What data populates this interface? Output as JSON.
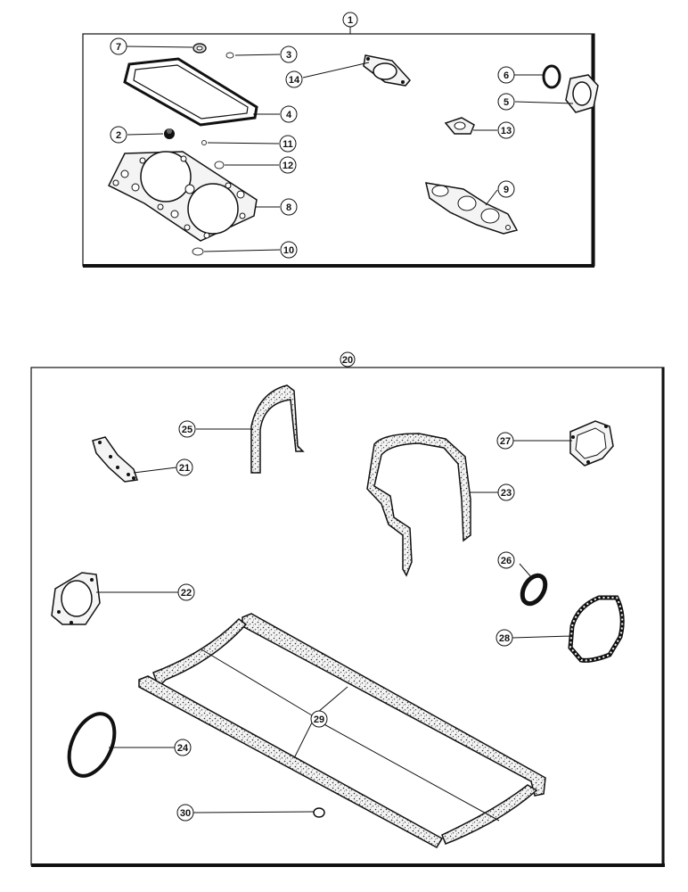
{
  "kit_top": {
    "number": "1",
    "callouts": [
      "7",
      "3",
      "14",
      "6",
      "5",
      "4",
      "2",
      "11",
      "12",
      "13",
      "9",
      "8",
      "10"
    ]
  },
  "kit_bottom": {
    "number": "20",
    "callouts": [
      "25",
      "27",
      "21",
      "23",
      "26",
      "22",
      "28",
      "29",
      "24",
      "30"
    ]
  }
}
